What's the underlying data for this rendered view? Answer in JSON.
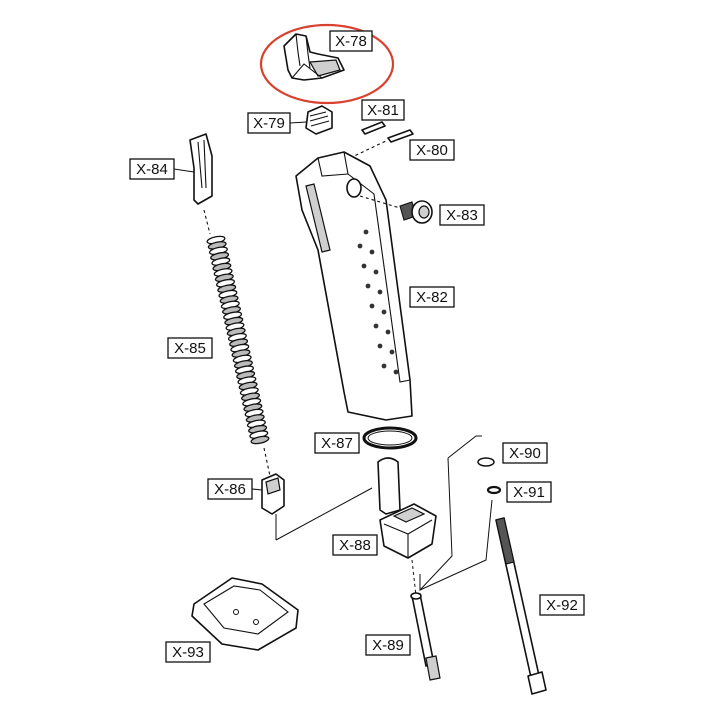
{
  "labels": {
    "x78": "X-78",
    "x79": "X-79",
    "x80": "X-80",
    "x81": "X-81",
    "x82": "X-82",
    "x83": "X-83",
    "x84": "X-84",
    "x85": "X-85",
    "x86": "X-86",
    "x87": "X-87",
    "x88": "X-88",
    "x89": "X-89",
    "x90": "X-90",
    "x91": "X-91",
    "x92": "X-92",
    "x93": "X-93"
  },
  "colors": {
    "highlight_ellipse": "#d9412f",
    "line": "#111111",
    "background": "#ffffff"
  }
}
